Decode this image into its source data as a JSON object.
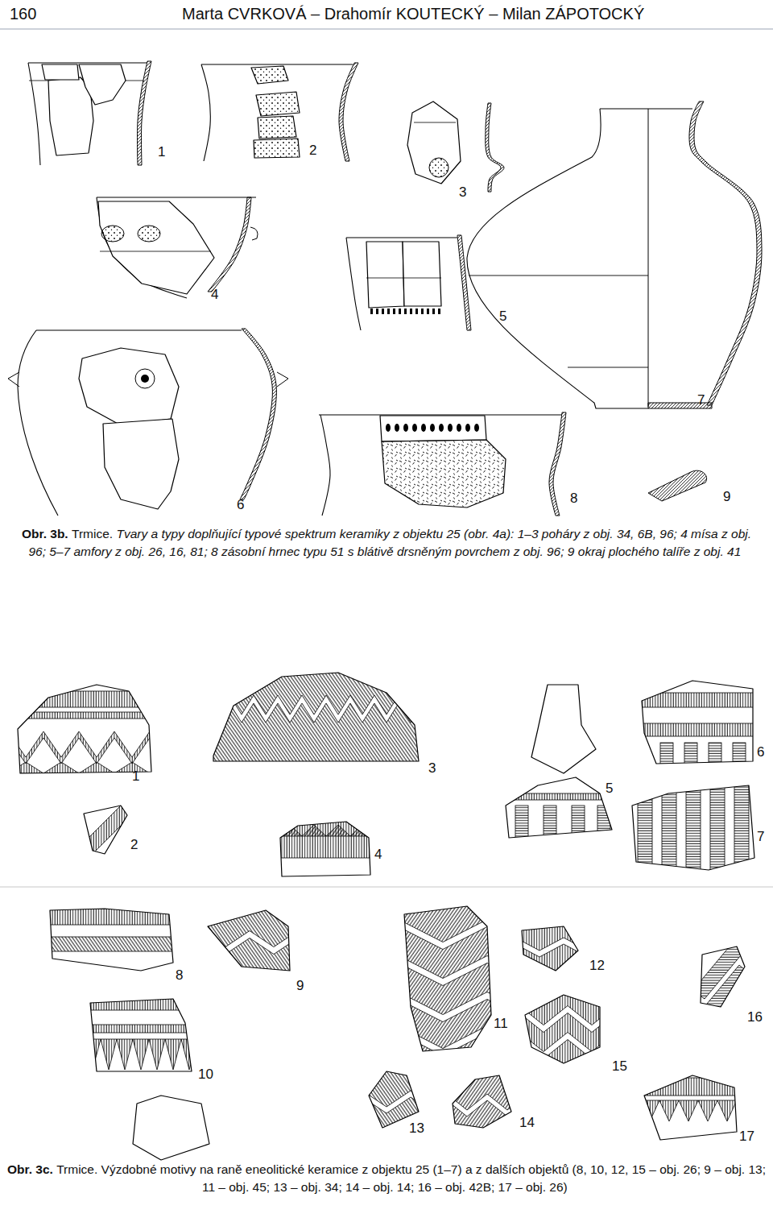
{
  "diagram": {
    "labels": [
      "160",
      "Marta CVRKOVÁ – Drahomír KOUTECKÝ – Milan ZÁPOTOCKÝ",
      "1",
      "2",
      "3",
      "4",
      "5",
      "6",
      "7",
      "8",
      "9",
      "Obr. 3b.",
      "Trmice.",
      "Tvary a typy doplňující typové spektrum keramiky z objektu 25 (obr. 4a): 1–3 poháry z obj. 34, 6B, 96; 4 mísa z obj. 96; 5–7 amfory z obj. 26, 16, 81; 8 zásobní hrnec typu 51 s blátivě drsněným povrchem z obj. 96; 9 okraj plochého talíře z obj. 41",
      "1",
      "2",
      "3",
      "4",
      "5",
      "6",
      "7",
      "8",
      "9",
      "10",
      "11",
      "12",
      "13",
      "14",
      "15",
      "16",
      "17",
      "Obr. 3c.",
      "Trmice.",
      "Výzdobné motivy na raně eneolitické keramice z objektu 25 (1–7) a z dalších objektů (8, 10, 12, 15 – obj. 26; 9 – obj. 13; 11 – obj. 45; 13 – obj. 34; 14 – obj. 14; 16 – obj. 42B; 17 – obj. 26)"
    ]
  }
}
